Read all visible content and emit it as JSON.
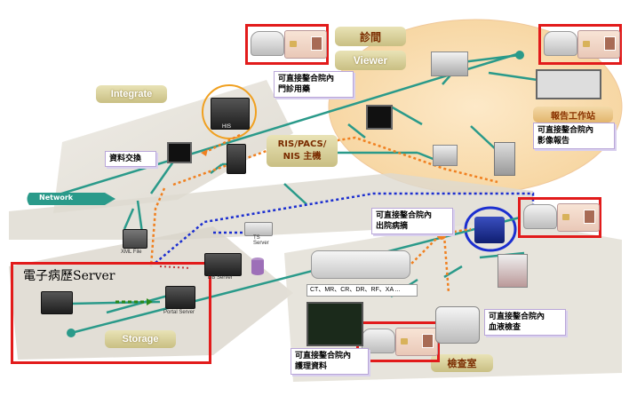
{
  "labels": {
    "clinic": "診間",
    "viewer": "Viewer",
    "integrate": "Integrate",
    "ris": "RIS/PACS/",
    "ris2": "NIS 主機",
    "report_station": "報告工作站",
    "network": "Network",
    "storage": "Storage",
    "exam_room": "檢查室",
    "emr_server": "電子病歷Server"
  },
  "notes": {
    "outpatient_fee": "可直接鏊合院內\n門診用藥",
    "image_report": "可直接鏊合院內\n影像報告",
    "discharge": "可直接鏊合院內\n出院病摘",
    "blood_test": "可直接鏊合院內\n血液檢查",
    "nursing": "可直接鏊合院內\n護理資料",
    "data_exchange": "資料交換"
  },
  "device_labels": {
    "his": "HIS",
    "xml_file": "XML File",
    "ts_server": "TS\nServer",
    "db_server": "DB Server",
    "portal_server": "Portal Server",
    "modalities": "CT、MR、CR、DR、RF、XA ..."
  },
  "colors": {
    "red_box": "#e21b1b",
    "network_line": "#2a9a8a",
    "orange_dots": "#f08020",
    "blue_dots": "#1c2fd0",
    "green_dots": "#2a8a1a"
  }
}
